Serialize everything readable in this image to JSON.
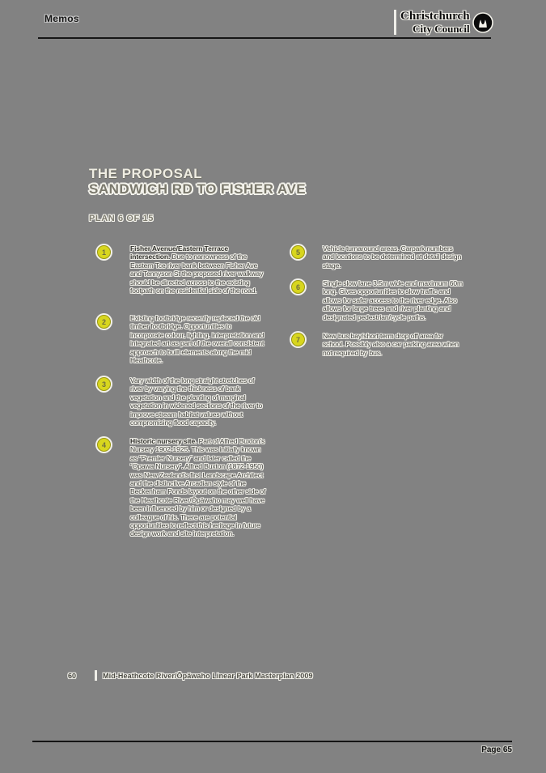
{
  "header": {
    "title": "Memos"
  },
  "brand": {
    "line1": "Christchurch",
    "line2": "City Council"
  },
  "title": {
    "line1": "THE PROPOSAL",
    "line2": "SANDWICH RD TO FISHER AVE",
    "plan": "PLAN 6 OF 15"
  },
  "annotations": {
    "left": [
      {
        "num": "1",
        "lead": "Fisher Avenue/Eastern Terrace intersection.",
        "body": "Due to narrowness of the Eastern Tce river bank between Fisher Ave and Tennyson St the proposed river walkway should be directed across to the existing footpath on the residential side of the road."
      },
      {
        "num": "2",
        "lead": "",
        "body": "Existing footbridge recently replaced the old timber footbridge. Opportunities to incorporate colour, lighting, interpretation and integrated art as part of the overall consistent approach to built elements along the mid Heathcote."
      },
      {
        "num": "3",
        "lead": "",
        "body": "Vary width of the long straight stretches of river by varying the thickness of bank vegetation and the planting of marginal vegetation in widened sections of the river to improve stream habitat values without compromising flood capacity."
      },
      {
        "num": "4",
        "lead": "Historic nursery site.",
        "body": "Part of Alfred Buxton’s Nursery 1902-1925. This was initially known as “Premier Nursery” and later called the “Opawa Nursery”. Alfred Buxton (1872-1950) was New Zealand’s first Landscape Architect and the distinctive Arcadian style of the Beckenham Ponds layout on the other side of the Heathcote River/Ōpāwaho may well have been influenced by him or designed by a colleague of his. There are potential opportunities to reflect this heritage in future design work and site interpretation."
      }
    ],
    "right": [
      {
        "num": "5",
        "lead": "",
        "body": "Vehicle turnaround areas. Carpark numbers and locations to be determined at detail design stage."
      },
      {
        "num": "6",
        "lead": "",
        "body": "Single slow lane 3.5m wide and maximum 60m long. Gives opportunities to slow traffic and allows for safer access to the river edge. Also allows for large trees and river planting and designated pedestrian/cycle paths."
      },
      {
        "num": "7",
        "lead": "",
        "body": "New bus bay/short term drop off area for school. Possibly also a car parking area when not required by bus."
      }
    ]
  },
  "footer": {
    "doc_page": "60",
    "doc_title": "Mid-Heathcote River/Ōpāwaho Linear Park Masterplan 2009",
    "pdf_page": "Page 65"
  },
  "colors": {
    "background": "#828282",
    "badge_yellow": "#d8d61e",
    "text_halo": "#f4f3ec",
    "ink": "#3e3e3a"
  }
}
